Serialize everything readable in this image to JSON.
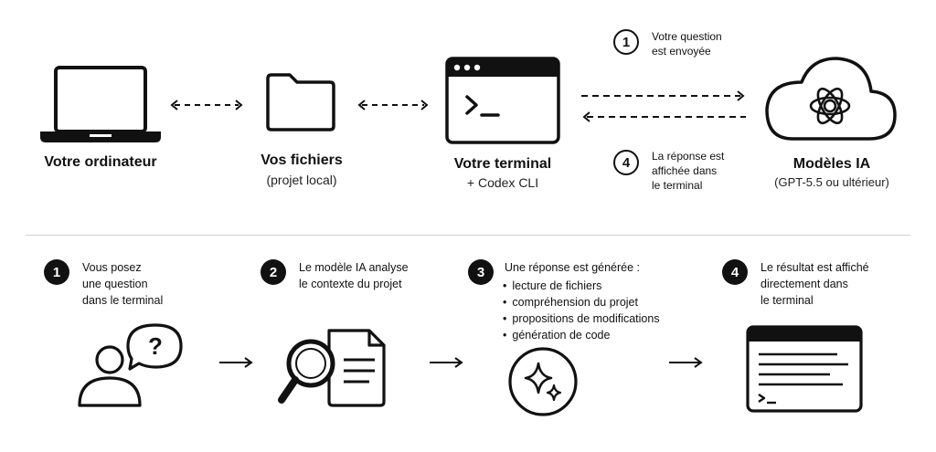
{
  "top": {
    "computer": {
      "title": "Votre ordinateur"
    },
    "files": {
      "title": "Vos fichiers",
      "subtitle": "(projet local)"
    },
    "terminal": {
      "title": "Votre terminal",
      "subtitle": "+ Codex CLI"
    },
    "models": {
      "title": "Modèles IA",
      "subtitle": "(GPT-5.5 ou ultérieur)"
    },
    "note_sent": {
      "number": "1",
      "line1": "Votre question",
      "line2": "est envoyée"
    },
    "note_shown": {
      "number": "4",
      "line1": "La réponse est",
      "line2": "affichée dans",
      "line3": "le terminal"
    }
  },
  "steps": [
    {
      "number": "1",
      "lines": [
        "Vous posez",
        "une question",
        "dans le terminal"
      ]
    },
    {
      "number": "2",
      "lines": [
        "Le modèle IA analyse",
        "le contexte du projet"
      ]
    },
    {
      "number": "3",
      "heading": "Une réponse est générée :",
      "bullets": [
        "lecture de fichiers",
        "compréhension du projet",
        "propositions de modifications",
        "génération de code"
      ]
    },
    {
      "number": "4",
      "lines": [
        "Le résultat est affiché",
        "directement dans",
        "le terminal"
      ]
    }
  ],
  "bubble_mark": "?",
  "colors": {
    "ink": "#111111",
    "divider": "#cfcfcf",
    "background": "#ffffff"
  },
  "icons": [
    "laptop-icon",
    "folder-icon",
    "terminal-window-icon",
    "cloud-ai-icon",
    "user-question-icon",
    "magnifier-document-icon",
    "sparkle-icon",
    "terminal-output-icon",
    "arrow-right-icon"
  ]
}
